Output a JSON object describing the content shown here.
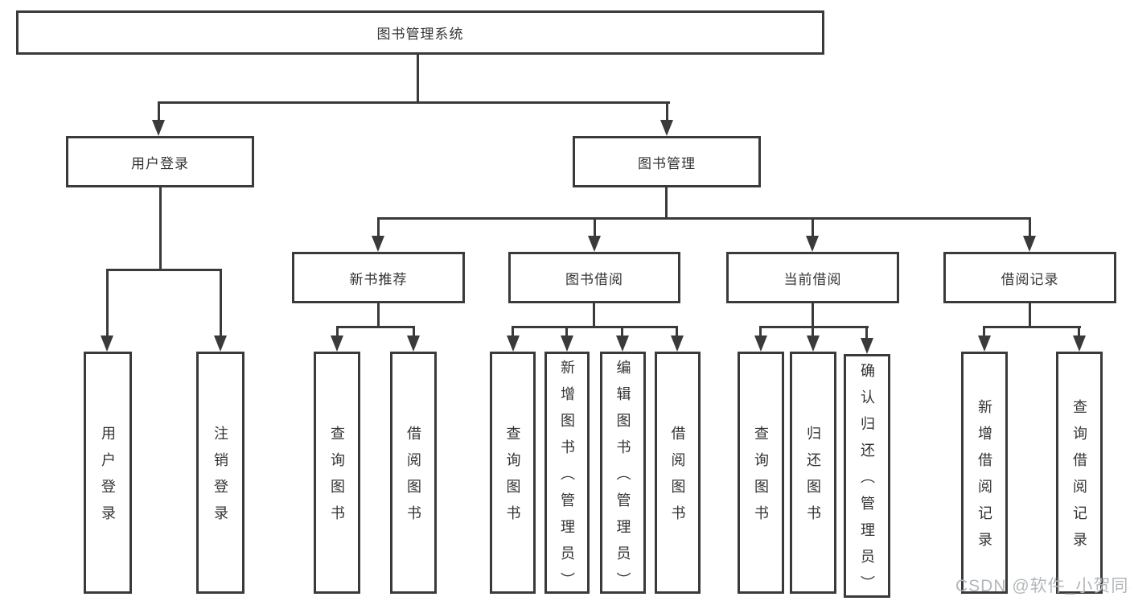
{
  "colors": {
    "line": "#3a3a3a",
    "box_border": "#3a3a3a",
    "text": "#333333",
    "watermark": "#b3b8bc",
    "background": "#ffffff"
  },
  "watermark": {
    "text": "CSDN @软件_小贺同学"
  },
  "tree": {
    "label": "图书管理系统",
    "children": [
      {
        "label": "用户登录",
        "children": [
          {
            "label": "用户登录"
          },
          {
            "label": "注销登录"
          }
        ]
      },
      {
        "label": "图书管理",
        "children": [
          {
            "label": "新书推荐",
            "children": [
              {
                "label": "查询图书"
              },
              {
                "label": "借阅图书"
              }
            ]
          },
          {
            "label": "图书借阅",
            "children": [
              {
                "label": "查询图书"
              },
              {
                "label": "新增图书（管理员）"
              },
              {
                "label": "编辑图书（管理员）"
              },
              {
                "label": "借阅图书"
              }
            ]
          },
          {
            "label": "当前借阅",
            "children": [
              {
                "label": "查询图书"
              },
              {
                "label": "归还图书"
              },
              {
                "label": "确认归还（管理员）"
              }
            ]
          },
          {
            "label": "借阅记录",
            "children": [
              {
                "label": "新增借阅记录"
              },
              {
                "label": "查询借阅记录"
              }
            ]
          }
        ]
      }
    ]
  }
}
